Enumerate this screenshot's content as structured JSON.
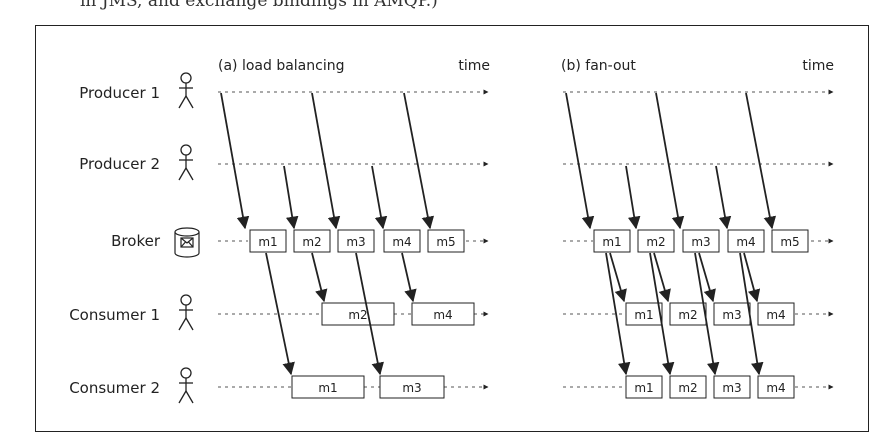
{
  "caption_top": "in JMS, and exchange bindings in AMQP.)",
  "rows": [
    {
      "label": "Producer 1"
    },
    {
      "label": "Producer 2"
    },
    {
      "label": "Broker"
    },
    {
      "label": "Consumer 1"
    },
    {
      "label": "Consumer 2"
    }
  ],
  "panels": [
    {
      "title": "(a) load balancing",
      "time_label": "time",
      "broker_messages": [
        "m1",
        "m2",
        "m3",
        "m4",
        "m5"
      ],
      "consumer1_messages": [
        "m2",
        "m4"
      ],
      "consumer2_messages": [
        "m1",
        "m3"
      ]
    },
    {
      "title": "(b) fan-out",
      "time_label": "time",
      "broker_messages": [
        "m1",
        "m2",
        "m3",
        "m4",
        "m5"
      ],
      "consumer1_messages": [
        "m1",
        "m2",
        "m3",
        "m4"
      ],
      "consumer2_messages": [
        "m1",
        "m2",
        "m3",
        "m4"
      ]
    }
  ],
  "colors": {
    "stroke": "#222222",
    "dotted": "#555555"
  }
}
